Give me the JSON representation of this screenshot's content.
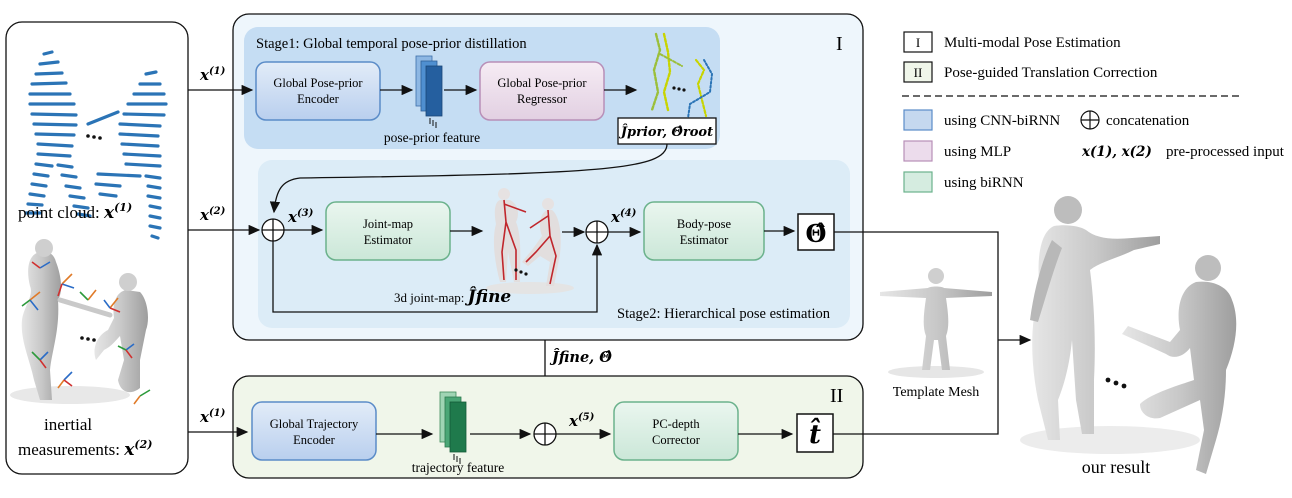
{
  "inputs": {
    "point_cloud_label": "point cloud: ",
    "point_cloud_var": "x",
    "point_cloud_sup": "(1)",
    "inertial_label_1": "inertial",
    "inertial_label_2": "measurements: ",
    "inertial_var": "x",
    "inertial_sup": "(2)"
  },
  "stage1": {
    "title": "Stage1: Global temporal pose-prior distillation",
    "roman": "I",
    "encoder_line1": "Global Pose-prior",
    "encoder_line2": "Encoder",
    "feature_label": "pose-prior feature",
    "regressor_line1": "Global Pose-prior",
    "regressor_line2": "Regressor",
    "output_label": "Ĵprior, Θ̂root"
  },
  "stage2": {
    "title": "Stage2: Hierarchical pose estimation",
    "jointmap_line1": "Joint-map",
    "jointmap_line2": "Estimator",
    "bodypose_line1": "Body-pose",
    "bodypose_line2": "Estimator",
    "jointmap_caption": "3d joint-map: ",
    "jointmap_var": "Ĵfine",
    "output_symbol": "Θ̂"
  },
  "arrows": {
    "x1_top": "x",
    "x1_top_sup": "(1)",
    "x2": "x",
    "x2_sup": "(2)",
    "x3": "x",
    "x3_sup": "(3)",
    "x4": "x",
    "x4_sup": "(4)",
    "x1_bottom": "x",
    "x1_bottom_sup": "(1)",
    "x5": "x",
    "x5_sup": "(5)",
    "between_stages": "Ĵfine, Θ̂"
  },
  "module2": {
    "roman": "II",
    "traj_line1": "Global Trajectory",
    "traj_line2": "Encoder",
    "feature_label": "trajectory feature",
    "corrector_line1": "PC-depth",
    "corrector_line2": "Corrector",
    "output_symbol": "t̂"
  },
  "legend": {
    "item1_box": "I",
    "item1_text": "Multi-modal Pose Estimation",
    "item2_box": "II",
    "item2_text": "Pose-guided Translation Correction",
    "cnn_text": "using CNN-biRNN",
    "mlp_text": "using MLP",
    "birnn_text": "using biRNN",
    "concat_text": "concatenation",
    "input_text": "pre-processed input",
    "input_vars": "x(1), x(2)",
    "colors": {
      "cnn": "#c5d8ef",
      "mlp": "#ecdcec",
      "birnn": "#d5ece0"
    }
  },
  "right": {
    "template_label": "Template Mesh",
    "result_label": "our result"
  }
}
